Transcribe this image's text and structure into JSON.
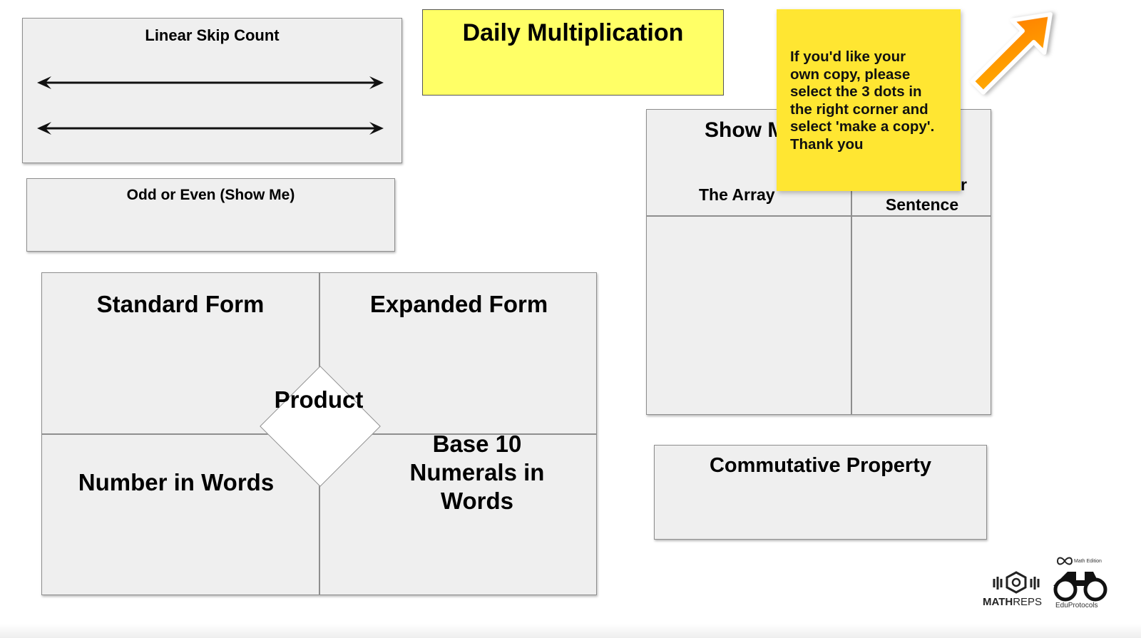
{
  "slide": {
    "title": "Daily Multiplication",
    "linear_skip_count": {
      "label": "Linear Skip Count"
    },
    "odd_or_even": {
      "label": "Odd or Even (Show Me)"
    },
    "frayer": {
      "top_left": "Standard Form",
      "top_right": "Expanded Form",
      "bottom_left": "Number in Words",
      "bottom_right_lines": [
        "Base 10",
        "Numerals in",
        "Words"
      ],
      "center": "Product"
    },
    "show_me": {
      "title": "Show M",
      "col_left": "The Array",
      "col_right_lines": [
        "r",
        "Sentence"
      ]
    },
    "commutative": {
      "label": "Commutative Property"
    },
    "sticky_note": {
      "lines": [
        "If you'd like your",
        "own copy, please",
        "select the 3 dots in",
        "the right corner and",
        "select 'make a copy'.",
        "Thank you"
      ]
    },
    "colors": {
      "title_fill": "#ffff66",
      "sticky_fill": "#ffe632",
      "arrow": "#ff8a00",
      "box_fill": "#efefef"
    },
    "logos": {
      "mathreps_bold": "MATH",
      "mathreps_light": "REPS",
      "edu_small": "Math Edition",
      "edu_name": "EduProtocols"
    }
  }
}
